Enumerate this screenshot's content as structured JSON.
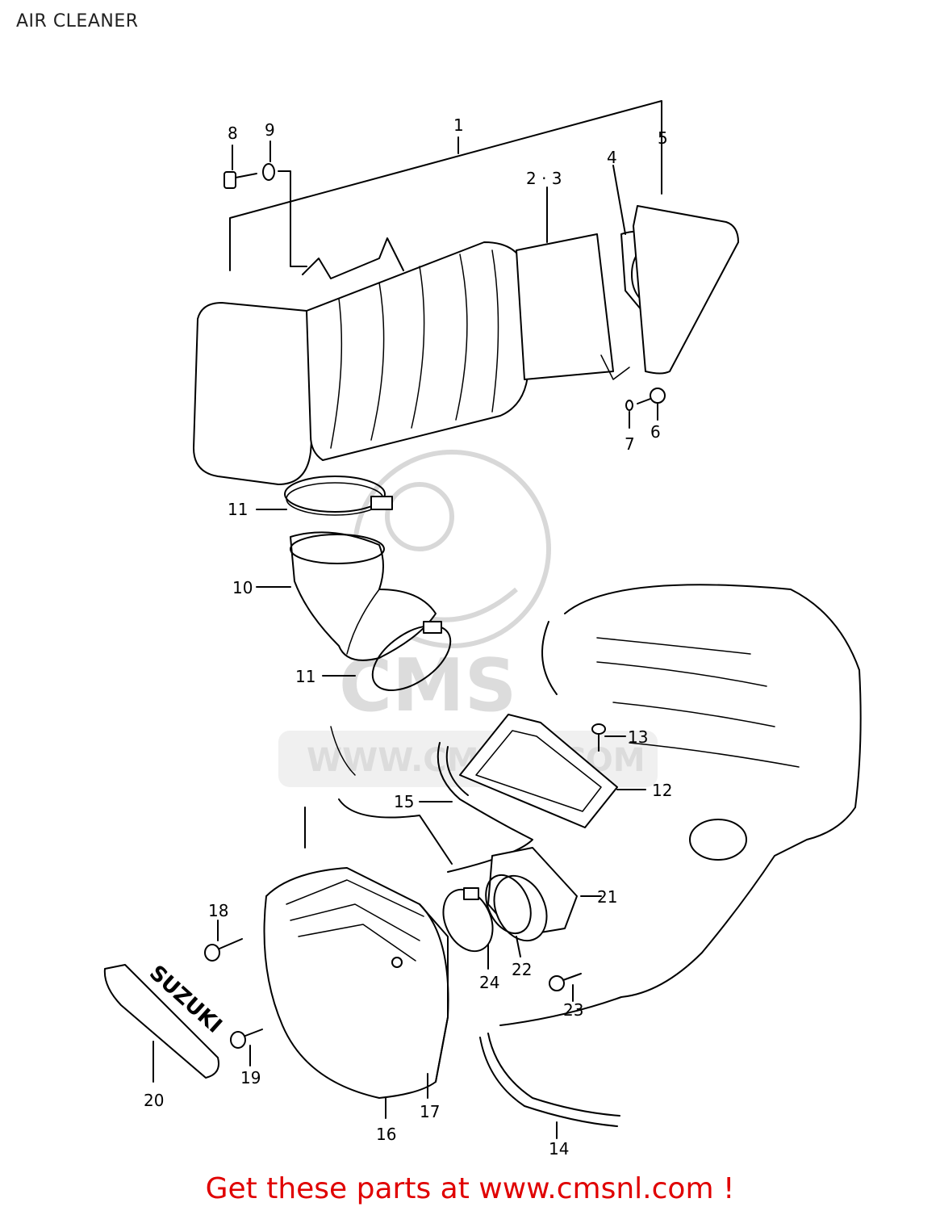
{
  "header": {
    "title": "AIR CLEANER"
  },
  "callouts": [
    {
      "id": "1",
      "text": "1"
    },
    {
      "id": "2-3",
      "text": "2 · 3"
    },
    {
      "id": "4",
      "text": "4"
    },
    {
      "id": "5",
      "text": "5"
    },
    {
      "id": "6",
      "text": "6"
    },
    {
      "id": "7",
      "text": "7"
    },
    {
      "id": "8",
      "text": "8"
    },
    {
      "id": "9",
      "text": "9"
    },
    {
      "id": "10",
      "text": "10"
    },
    {
      "id": "11a",
      "text": "11"
    },
    {
      "id": "11b",
      "text": "11"
    },
    {
      "id": "12",
      "text": "12"
    },
    {
      "id": "13",
      "text": "13"
    },
    {
      "id": "14",
      "text": "14"
    },
    {
      "id": "15",
      "text": "15"
    },
    {
      "id": "16",
      "text": "16"
    },
    {
      "id": "17",
      "text": "17"
    },
    {
      "id": "18",
      "text": "18"
    },
    {
      "id": "19",
      "text": "19"
    },
    {
      "id": "20",
      "text": "20"
    },
    {
      "id": "21",
      "text": "21"
    },
    {
      "id": "22",
      "text": "22"
    },
    {
      "id": "23",
      "text": "23"
    },
    {
      "id": "24",
      "text": "24"
    }
  ],
  "emblem": {
    "text": "SUZUKI"
  },
  "watermark": {
    "text": "WWW.CMSNL.COM",
    "logo": "CMS"
  },
  "footer": {
    "promo": "Get these parts at www.cmsnl.com !"
  }
}
